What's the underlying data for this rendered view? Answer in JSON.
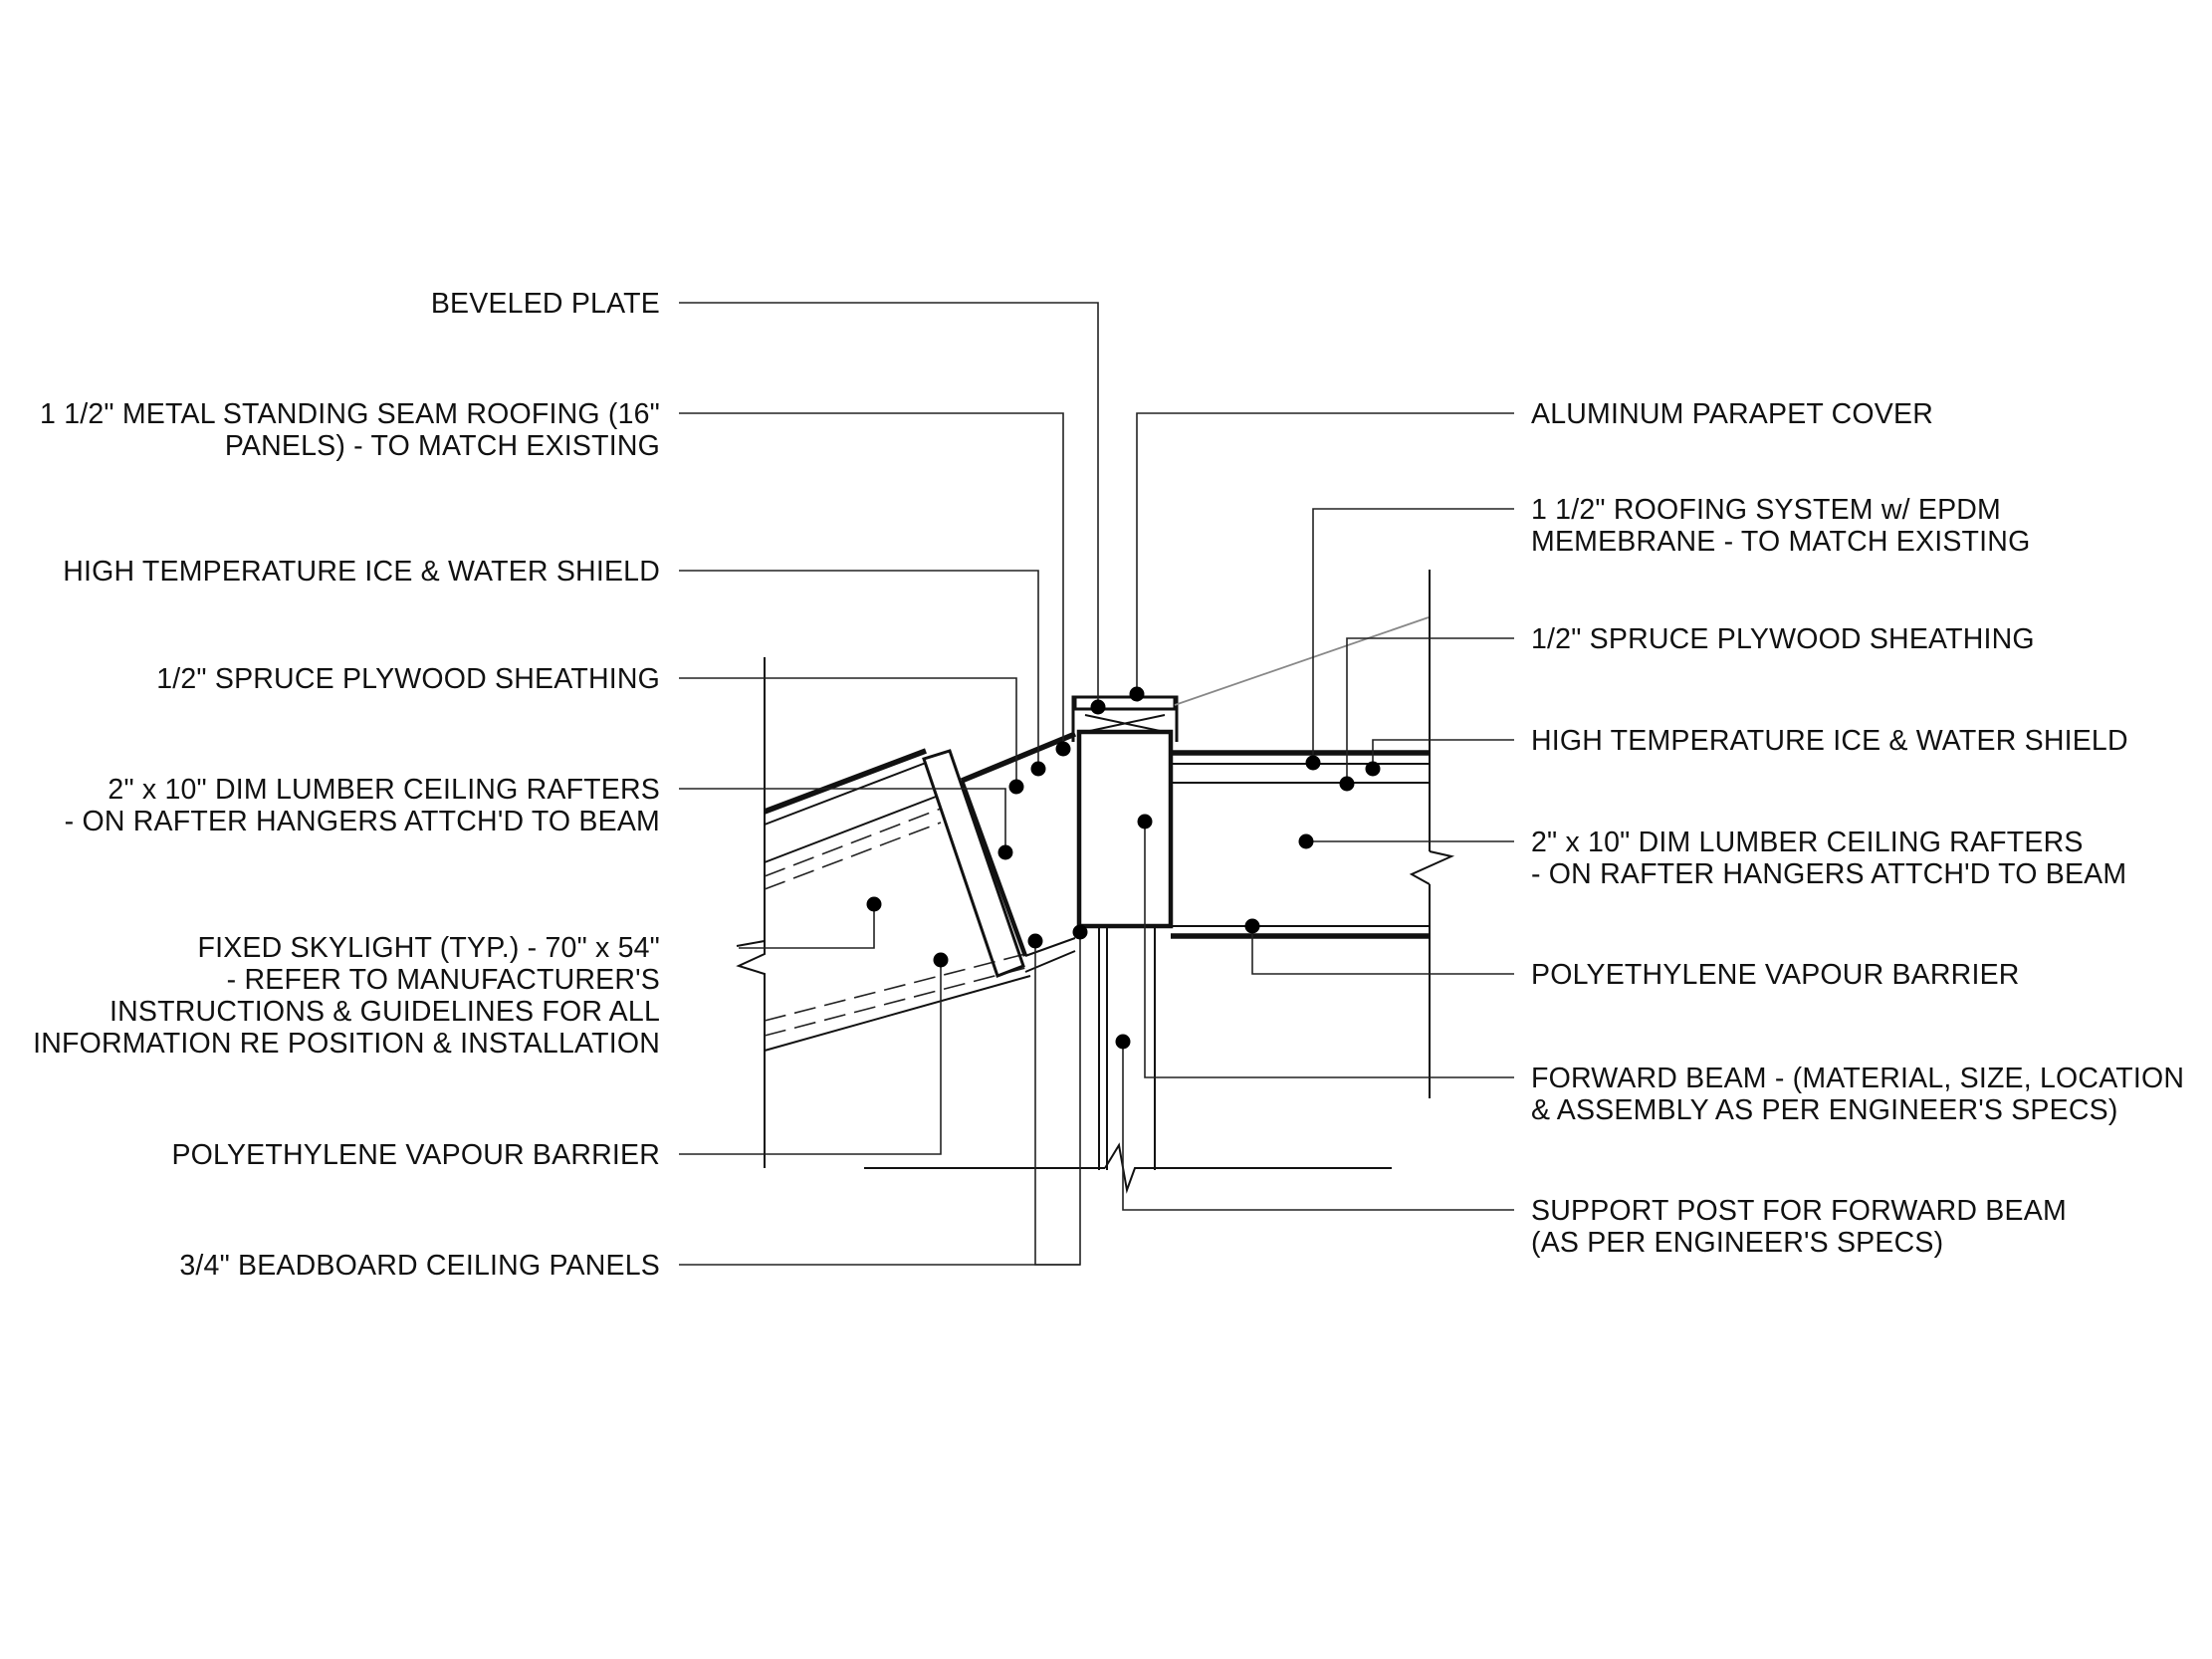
{
  "labels_left": [
    {
      "lines": [
        "BEVELED PLATE"
      ]
    },
    {
      "lines": [
        "1 1/2\" METAL STANDING SEAM ROOFING (16\"",
        "PANELS) - TO MATCH EXISTING"
      ]
    },
    {
      "lines": [
        "HIGH TEMPERATURE ICE & WATER SHIELD"
      ]
    },
    {
      "lines": [
        "1/2\" SPRUCE PLYWOOD SHEATHING"
      ]
    },
    {
      "lines": [
        "2\" x 10\" DIM LUMBER CEILING RAFTERS",
        "- ON RAFTER HANGERS ATTCH'D TO BEAM"
      ]
    },
    {
      "lines": [
        "FIXED SKYLIGHT (TYP.) - 70\" x 54\"",
        "- REFER TO MANUFACTURER'S",
        "INSTRUCTIONS & GUIDELINES FOR ALL",
        "INFORMATION RE POSITION & INSTALLATION"
      ]
    },
    {
      "lines": [
        "POLYETHYLENE VAPOUR BARRIER"
      ]
    },
    {
      "lines": [
        "3/4\" BEADBOARD CEILING PANELS"
      ]
    }
  ],
  "labels_right": [
    {
      "lines": [
        "ALUMINUM PARAPET COVER"
      ]
    },
    {
      "lines": [
        "1 1/2\" ROOFING SYSTEM w/ EPDM",
        "MEMEBRANE  - TO MATCH EXISTING"
      ]
    },
    {
      "lines": [
        "1/2\" SPRUCE PLYWOOD SHEATHING"
      ]
    },
    {
      "lines": [
        "HIGH TEMPERATURE ICE & WATER SHIELD"
      ]
    },
    {
      "lines": [
        "2\" x 10\" DIM LUMBER CEILING RAFTERS",
        "- ON RAFTER HANGERS ATTCH'D TO BEAM"
      ]
    },
    {
      "lines": [
        "POLYETHYLENE VAPOUR BARRIER"
      ]
    },
    {
      "lines": [
        "FORWARD BEAM - (MATERIAL, SIZE, LOCATION",
        "& ASSEMBLY AS PER ENGINEER'S SPECS)"
      ]
    },
    {
      "lines": [
        "SUPPORT POST FOR FORWARD BEAM",
        "(AS PER ENGINEER'S SPECS)"
      ]
    }
  ]
}
